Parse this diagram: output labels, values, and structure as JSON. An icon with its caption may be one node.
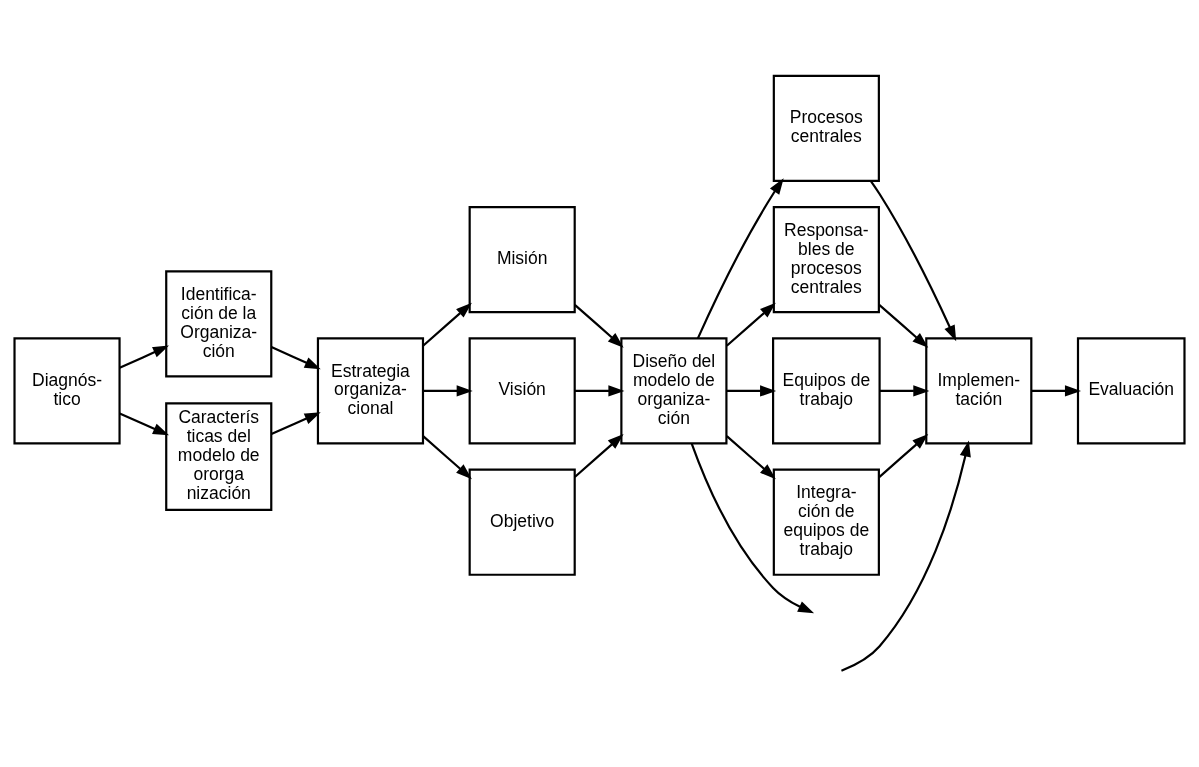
{
  "diagram": {
    "nodes": [
      {
        "text": [
          "Diagnós- tico"
        ]
      },
      {
        "text": [
          "Identifica- ción de la Organiza- ción"
        ]
      },
      {
        "text": [
          "Caracterís ticas del modelo de ororga nización"
        ]
      },
      {
        "text": [
          "Estrategia organiza- cional"
        ]
      },
      {
        "text": [
          "Misión"
        ]
      },
      {
        "text": [
          "Visión"
        ]
      },
      {
        "text": [
          "Objetivo"
        ]
      },
      {
        "text": [
          "Diseño del modelo de organiza- ción"
        ]
      },
      {
        "text": [
          "Procesos centrales"
        ]
      },
      {
        "text": [
          "Responsa- bles de procesos centrales"
        ]
      },
      {
        "text": [
          "Equipos de trabajo"
        ]
      },
      {
        "text": [
          "Integra- ción de equipos de trabajo"
        ]
      },
      {
        "text": [
          "Implemen- tación"
        ]
      },
      {
        "text": [
          "Evaluación"
        ]
      }
    ],
    "edges": [
      {
        "from": 0,
        "to": 1,
        "arrow": "to"
      },
      {
        "from": 0,
        "to": 2,
        "arrow": "to"
      },
      {
        "from": 1,
        "to": 3,
        "arrow": "to"
      },
      {
        "from": 2,
        "to": 3,
        "arrow": "to"
      },
      {
        "from": 3,
        "to": 4,
        "arrow": "to"
      },
      {
        "from": 3,
        "to": 5,
        "arrow": "to"
      },
      {
        "from": 3,
        "to": 6,
        "arrow": "to"
      },
      {
        "from": 4,
        "to": 7,
        "arrow": "to"
      },
      {
        "from": 5,
        "to": 7,
        "arrow": "to"
      },
      {
        "from": 6,
        "to": 7,
        "arrow": "to"
      },
      {
        "from": 7,
        "to": 8,
        "arrow": "to"
      },
      {
        "from": 7,
        "to": 9,
        "arrow": "to"
      },
      {
        "from": 7,
        "to": 10,
        "arrow": "to"
      },
      {
        "from": 7,
        "to": 11,
        "arrow": "to"
      },
      {
        "from": 7,
        "to": null,
        "arrow": "to"
      },
      {
        "from": 8,
        "to": 12,
        "arrow": "to"
      },
      {
        "from": 9,
        "to": 12,
        "arrow": "to"
      },
      {
        "from": 10,
        "to": 12,
        "arrow": "to"
      },
      {
        "from": 11,
        "to": 12,
        "arrow": "to"
      },
      {
        "from": null,
        "to": 12,
        "arrow": "to"
      },
      {
        "from": 12,
        "to": 13,
        "arrow": "to"
      }
    ]
  }
}
